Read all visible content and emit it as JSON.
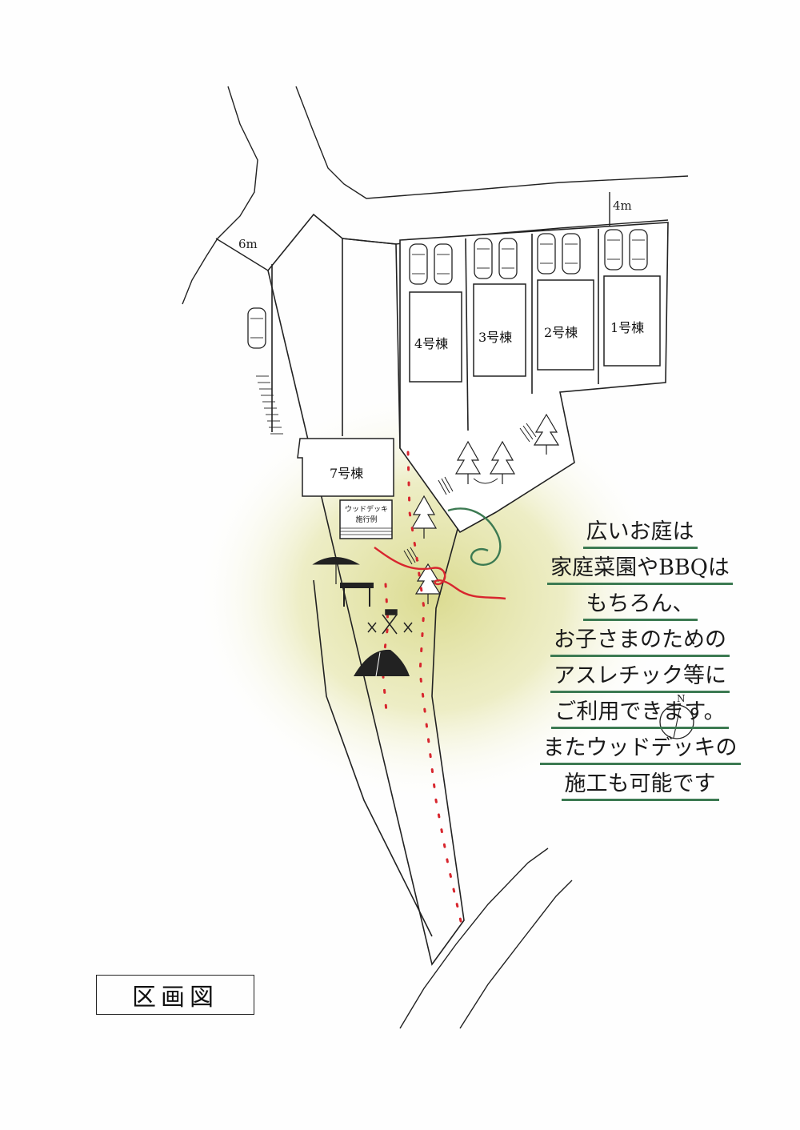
{
  "map": {
    "title": "区画図",
    "roads": [
      {
        "id": "north-road",
        "width_label": "4m"
      },
      {
        "id": "west-road",
        "width_label": "6m"
      }
    ],
    "buildings": [
      {
        "id": "lot-1",
        "label": "1号棟"
      },
      {
        "id": "lot-2",
        "label": "2号棟"
      },
      {
        "id": "lot-3",
        "label": "3号棟"
      },
      {
        "id": "lot-4",
        "label": "4号棟"
      },
      {
        "id": "lot-7",
        "label": "7号棟"
      }
    ],
    "wood_deck": {
      "line1": "ウッドデッキ",
      "line2": "施行例"
    },
    "north_arrow": "N",
    "caption": [
      "広いお庭は",
      "家庭菜園やBBQは",
      "もちろん、",
      "お子さまのための",
      "アスレチック等に",
      "ご利用できます。",
      "またウッドデッキの",
      "施工も可能です"
    ],
    "colors": {
      "line": "#222222",
      "highlight": "#dede8e",
      "accent_red": "#d8262e",
      "accent_green": "#3c7a52"
    }
  }
}
